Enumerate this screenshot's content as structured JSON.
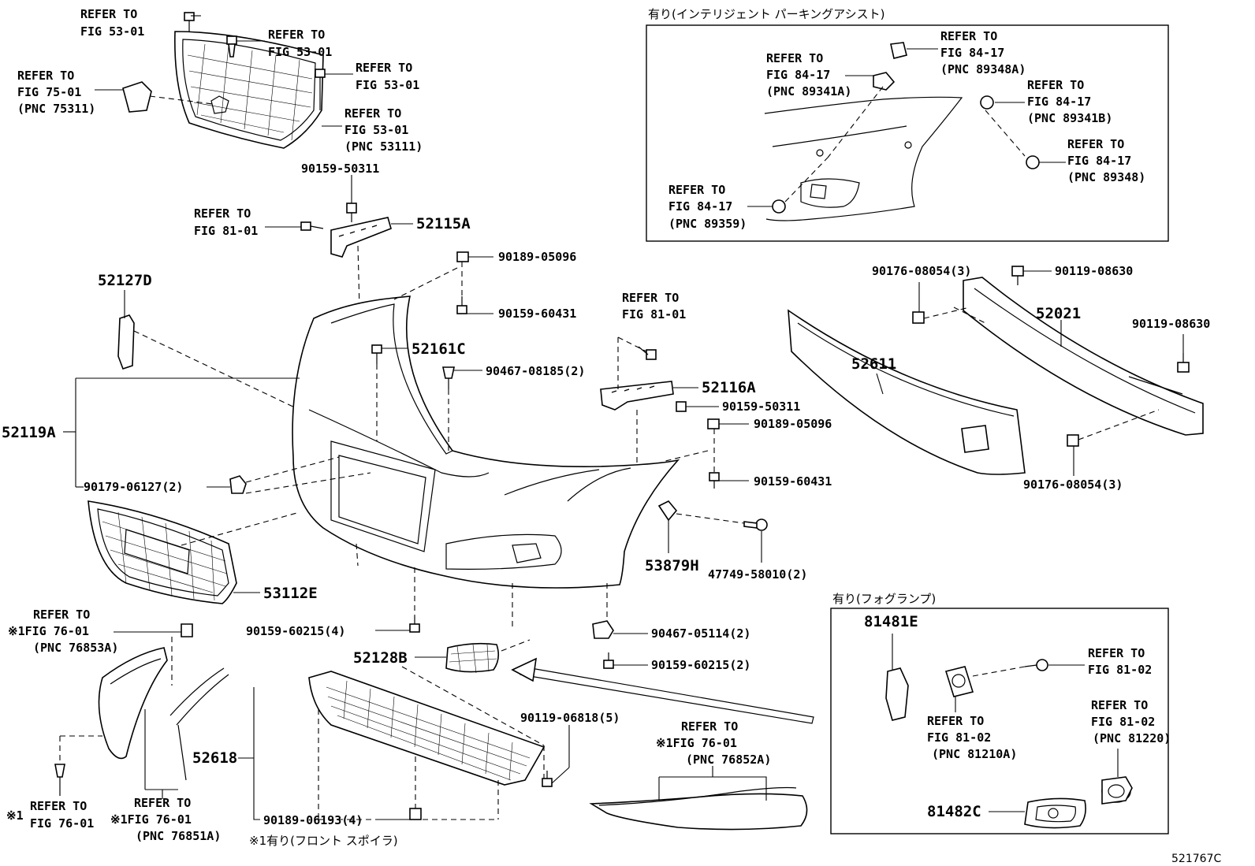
{
  "diagram_id": "521767C",
  "panels": {
    "parking_assist_title": "有り(インテリジェント パーキングアシスト)",
    "fog_lamp_title": "有り(フォグランプ)"
  },
  "footnote": "※1有り(フロント スポイラ)",
  "refer": {
    "r1": [
      "REFER TO",
      "FIG 53-01"
    ],
    "r2": [
      "REFER TO",
      "FIG 53-01"
    ],
    "r3": [
      "REFER TO",
      "FIG 53-01"
    ],
    "r4": [
      "REFER TO",
      "FIG 53-01",
      "(PNC 53111)"
    ],
    "r5": [
      "REFER TO",
      "FIG 75-01",
      "(PNC 75311)"
    ],
    "r6": [
      "REFER TO",
      "FIG 81-01"
    ],
    "r7": [
      "REFER TO",
      "FIG 81-01"
    ],
    "r8": [
      "REFER TO",
      "FIG 84-17",
      "(PNC 89341A)"
    ],
    "r9": [
      "REFER TO",
      "FIG 84-17",
      "(PNC 89348A)"
    ],
    "r10": [
      "REFER TO",
      "FIG 84-17",
      "(PNC 89341B)"
    ],
    "r11": [
      "REFER TO",
      "FIG 84-17",
      "(PNC 89348)"
    ],
    "r12": [
      "REFER TO",
      "FIG 84-17",
      "(PNC 89359)"
    ],
    "r13": [
      "REFER TO",
      "※1FIG 76-01",
      "(PNC 76853A)"
    ],
    "r14": [
      "※1",
      "REFER TO",
      "FIG 76-01"
    ],
    "r15": [
      "REFER TO",
      "※1FIG 76-01",
      "(PNC 76851A)"
    ],
    "r16": [
      "REFER TO",
      "※1FIG 76-01",
      "(PNC 76852A)"
    ],
    "r17": [
      "REFER TO",
      "FIG 81-02"
    ],
    "r18": [
      "REFER TO",
      "FIG 81-02",
      "(PNC 81210A)"
    ],
    "r19": [
      "REFER TO",
      "FIG 81-02",
      "(PNC 81220)"
    ]
  },
  "parts": {
    "p52115A": "52115A",
    "p90159_50311_a": "90159-50311",
    "p52127D": "52127D",
    "p90189_05096_a": "90189-05096",
    "p90159_60431_a": "90159-60431",
    "p52161C": "52161C",
    "p90467_08185": "90467-08185(2)",
    "p52119A": "52119A",
    "p90179_06127": "90179-06127(2)",
    "p52116A": "52116A",
    "p90159_50311_b": "90159-50311",
    "p90189_05096_b": "90189-05096",
    "p90159_60431_b": "90159-60431",
    "p53112E": "53112E",
    "p53879H": "53879H",
    "p47749_58010": "47749-58010(2)",
    "p90159_60215_a": "90159-60215(4)",
    "p52128B": "52128B",
    "p90467_05114": "90467-05114(2)",
    "p90159_60215_b": "90159-60215(2)",
    "p90119_06818": "90119-06818(5)",
    "p52618": "52618",
    "p90189_06193": "90189-06193(4)",
    "p90176_08054_a": "90176-08054(3)",
    "p90119_08630_a": "90119-08630",
    "p52021": "52021",
    "p90119_08630_b": "90119-08630",
    "p52611": "52611",
    "p90176_08054_b": "90176-08054(3)",
    "p81481E": "81481E",
    "p81482C": "81482C"
  }
}
